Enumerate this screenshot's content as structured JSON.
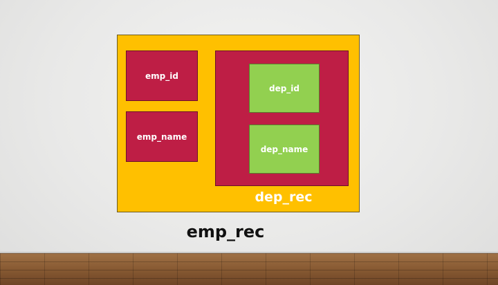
{
  "diagram": {
    "outer_record": {
      "label": "emp_rec",
      "fields": [
        {
          "label": "emp_id"
        },
        {
          "label": "emp_name"
        }
      ]
    },
    "nested_record": {
      "label": "dep_rec",
      "fields": [
        {
          "label": "dep_id"
        },
        {
          "label": "dep_name"
        }
      ]
    }
  },
  "colors": {
    "outer_fill": "#ffc000",
    "field_fill": "#be1e45",
    "nested_field_fill": "#92d050",
    "label_text": "#ffffff",
    "caption_text": "#111111"
  }
}
